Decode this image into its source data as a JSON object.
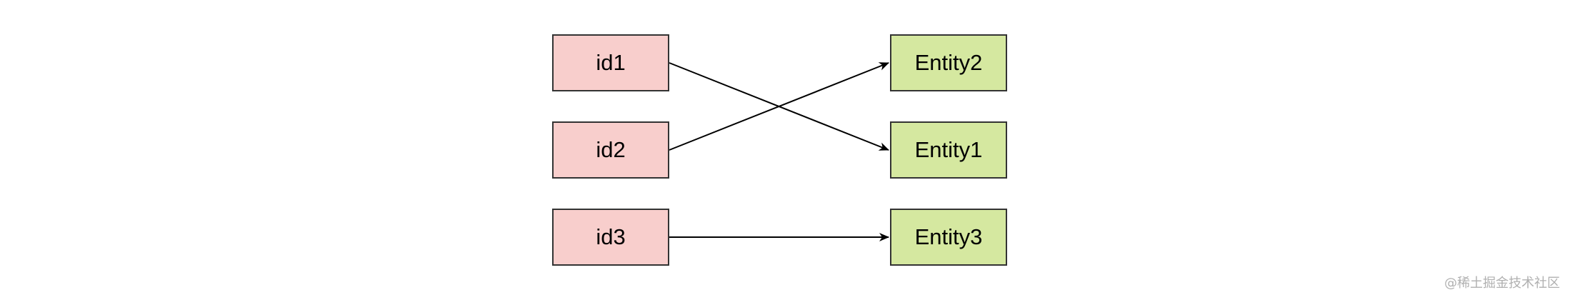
{
  "diagram": {
    "ids": [
      {
        "label": "id1",
        "target": "Entity1"
      },
      {
        "label": "id2",
        "target": "Entity2"
      },
      {
        "label": "id3",
        "target": "Entity3"
      }
    ],
    "entities": [
      {
        "label": "Entity2"
      },
      {
        "label": "Entity1"
      },
      {
        "label": "Entity3"
      }
    ]
  },
  "watermark": "@稀土掘金技术社区",
  "colors": {
    "id_fill": "#f8cecc",
    "entity_fill": "#d5e8a0",
    "stroke": "#333333",
    "arrow": "#000000"
  }
}
